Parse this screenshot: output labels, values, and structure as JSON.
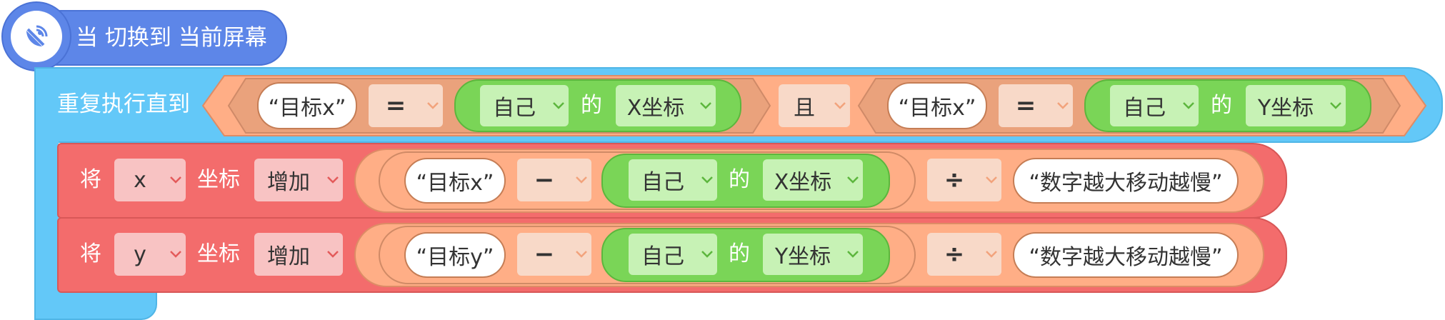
{
  "hat": {
    "label": "当 切换到 当前屏幕",
    "icon": "satellite-icon",
    "color": "#5d86e8"
  },
  "loop": {
    "label": "重复执行直到",
    "color": "#63c8f8",
    "condition": {
      "join": "且",
      "left": {
        "str": "“目标x”",
        "op": "=",
        "self": "自己",
        "of": "的",
        "prop": "X坐标"
      },
      "right": {
        "str": "“目标x”",
        "op": "=",
        "self": "自己",
        "of": "的",
        "prop": "Y坐标"
      }
    }
  },
  "blocks": [
    {
      "will": "将",
      "axis": "x",
      "coord": "坐标",
      "action": "增加",
      "str": "“目标x”",
      "minus": "−",
      "self": "自己",
      "of": "的",
      "prop": "X坐标",
      "div": "÷",
      "divisor": "“数字越大移动越慢”"
    },
    {
      "will": "将",
      "axis": "y",
      "coord": "坐标",
      "action": "增加",
      "str": "“目标y”",
      "minus": "−",
      "self": "自己",
      "of": "的",
      "prop": "Y坐标",
      "div": "÷",
      "divisor": "“数字越大移动越慢”"
    }
  ],
  "colors": {
    "motion": "#f36c6c",
    "operator": "#ffae86",
    "sensing": "#7ad557"
  }
}
